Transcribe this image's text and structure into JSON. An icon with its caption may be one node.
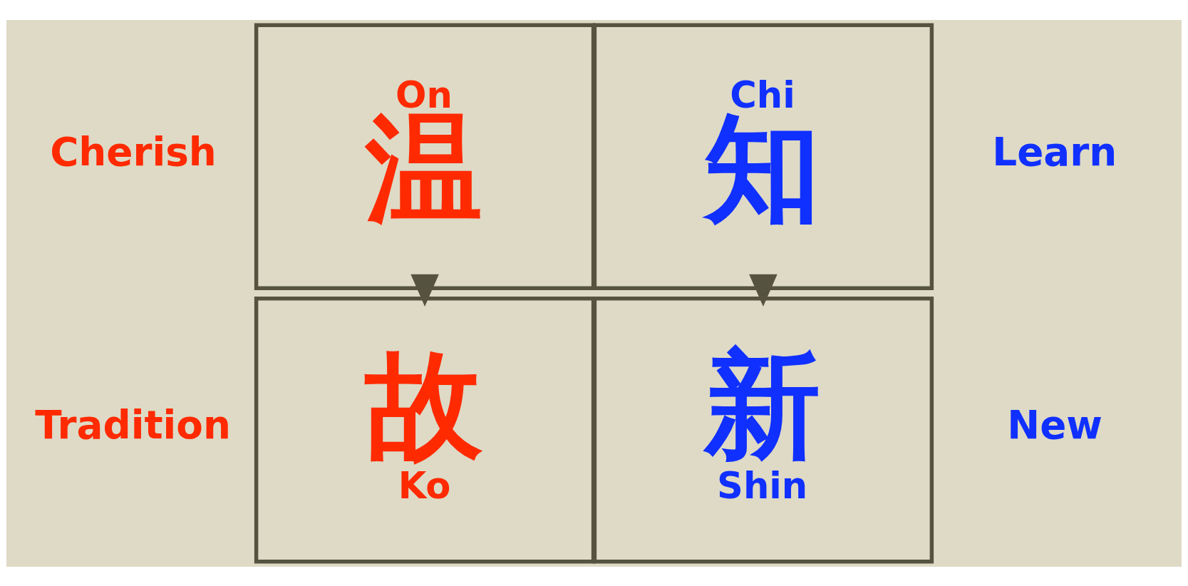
{
  "diagram": {
    "nodes": [
      {
        "text": [
          "On",
          "温"
        ]
      },
      {
        "text": [
          "Chi",
          "知"
        ]
      },
      {
        "text": [
          "故",
          "Ko"
        ]
      },
      {
        "text": [
          "新",
          "Shin"
        ]
      }
    ],
    "edges": [
      {
        "from": 0,
        "to": 2,
        "arrow": "to"
      },
      {
        "from": 1,
        "to": 3,
        "arrow": "to"
      }
    ],
    "labels": [
      "Cherish",
      "Learn",
      "Tradition",
      "New"
    ]
  }
}
